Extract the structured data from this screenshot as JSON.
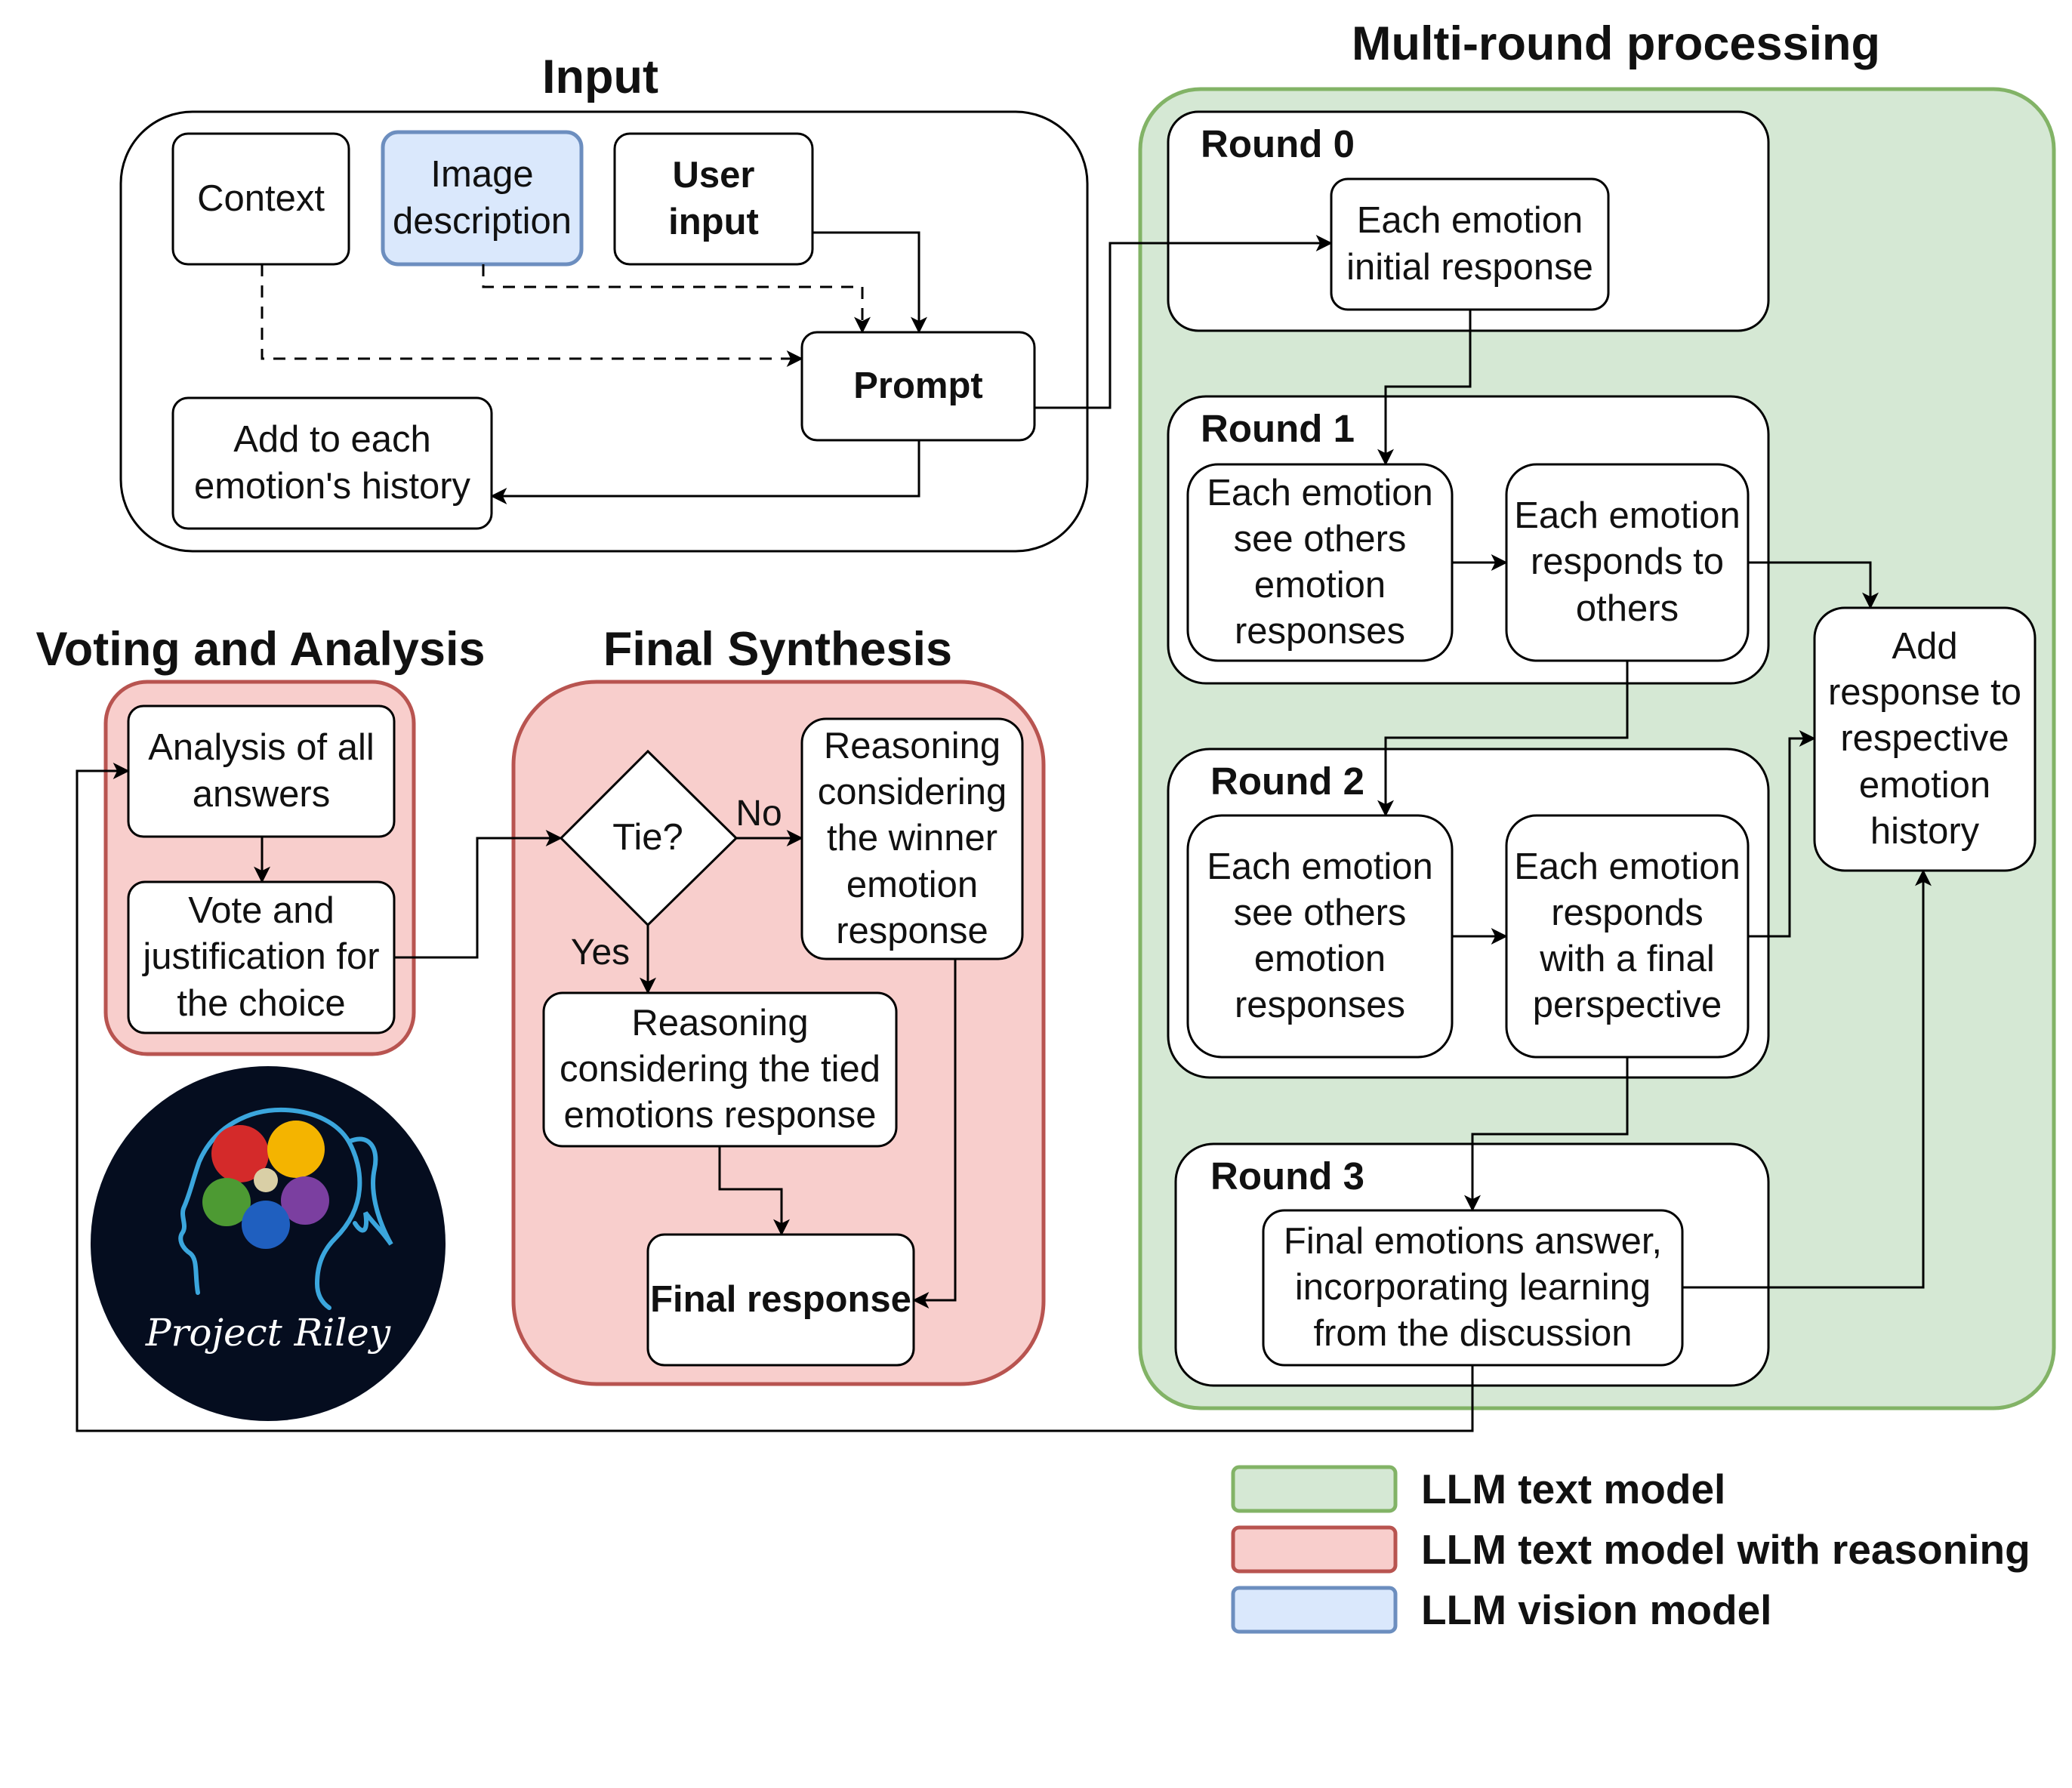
{
  "colors": {
    "llm_text": "#d5e8d4",
    "llm_text_border": "#82b366",
    "llm_reasoning": "#f8cecc",
    "llm_reasoning_border": "#b85450",
    "llm_vision": "#dae8fc",
    "llm_vision_border": "#6c8ebf",
    "logo_background": "#050d1f",
    "logo_outline": "#3ba6dd"
  },
  "sections": {
    "input": "Input",
    "multi_round": "Multi-round processing",
    "voting": "Voting and Analysis",
    "final_synthesis": "Final Synthesis"
  },
  "input": {
    "context": "Context",
    "image_description": "Image description",
    "user_input": "User input",
    "prompt": "Prompt",
    "add_history": "Add to each emotion's history"
  },
  "rounds": {
    "round0": {
      "title": "Round 0",
      "initial": "Each emotion initial response"
    },
    "round1": {
      "title": "Round 1",
      "see": "Each emotion see others emotion responses",
      "respond": "Each emotion responds to others"
    },
    "round2": {
      "title": "Round 2",
      "see": "Each emotion see others emotion responses",
      "respond": "Each emotion responds with a final perspective"
    },
    "round3": {
      "title": "Round 3",
      "final": "Final emotions answer, incorporating learning from the discussion"
    },
    "add_response": "Add response to respective emotion history"
  },
  "voting": {
    "analysis": "Analysis of all answers",
    "vote": "Vote and justification for the choice"
  },
  "synthesis": {
    "tie": "Tie?",
    "no": "No",
    "yes": "Yes",
    "winner": "Reasoning considering the winner emotion response",
    "tied": "Reasoning considering the tied emotions response",
    "final": "Final response"
  },
  "logo": {
    "text": "Project Riley",
    "icon": "head-with-emotion-faces-icon"
  },
  "legend": [
    {
      "label": "LLM text model",
      "color": "#d5e8d4",
      "border": "#82b366"
    },
    {
      "label": "LLM text model with reasoning",
      "color": "#f8cecc",
      "border": "#b85450"
    },
    {
      "label": "LLM vision model",
      "color": "#dae8fc",
      "border": "#6c8ebf"
    }
  ]
}
